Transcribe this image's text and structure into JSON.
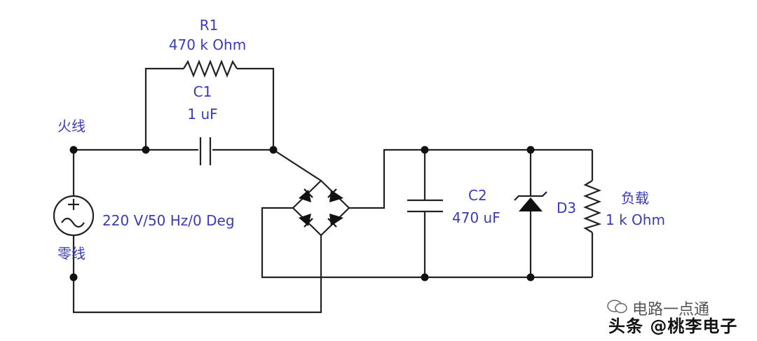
{
  "diagram": {
    "colors": {
      "wire": "#222222",
      "label": "#3b3bb8"
    },
    "labels": {
      "r1_name": "R1",
      "r1_value": "470 k Ohm",
      "c1_name": "C1",
      "c1_value": "1 uF",
      "live_wire": "火线",
      "neutral_wire": "零线",
      "source_value": "220 V/50 Hz/0 Deg",
      "c2_name": "C2",
      "c2_value": "470 uF",
      "d3_name": "D3",
      "load_name": "负载",
      "load_value": "1 k Ohm"
    }
  },
  "watermark": {
    "line1": "电路一点通",
    "line2": "头条 @桃李电子"
  }
}
